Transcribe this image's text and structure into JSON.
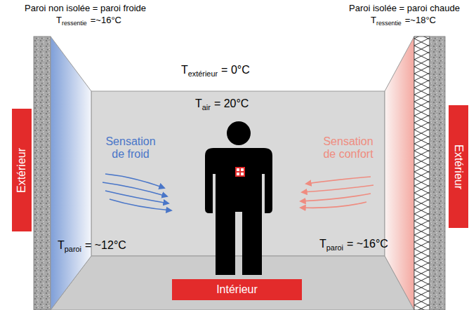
{
  "diagram": {
    "nodes": [
      {
        "text": [
          "Extérieur"
        ]
      },
      {
        "text": [
          "Extérieur"
        ]
      },
      {
        "text": [
          "Intérieur"
        ]
      }
    ],
    "labels": [
      "Paroi non isolée = paroi froide",
      "T",
      "ressentie",
      "=~16°C",
      "Paroi isolée = paroi chaude",
      "T",
      "ressentie",
      "=~18°C",
      "T",
      "extérieur",
      "= 0°C",
      "T",
      "air",
      "= 20°C",
      "Sensation de froid",
      "Sensation de confort",
      "T",
      "paroi",
      "= ~12°C",
      "T",
      "paroi",
      "= ~16°C"
    ]
  }
}
